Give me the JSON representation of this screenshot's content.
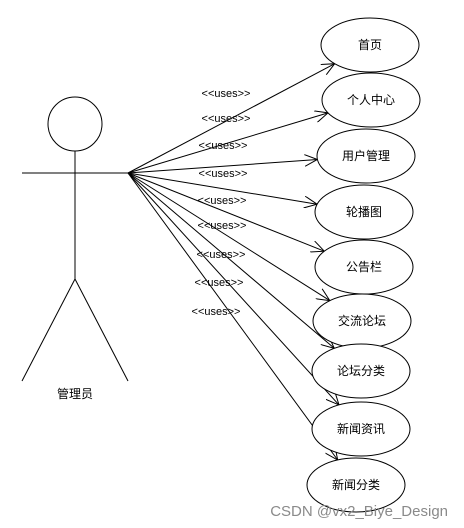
{
  "actor": {
    "name": "管理员"
  },
  "relation_label": "<<uses>>",
  "use_cases": [
    {
      "label": "首页"
    },
    {
      "label": "个人中心"
    },
    {
      "label": "用户管理"
    },
    {
      "label": "轮播图"
    },
    {
      "label": "公告栏"
    },
    {
      "label": "交流论坛"
    },
    {
      "label": "论坛分类"
    },
    {
      "label": "新闻资讯"
    },
    {
      "label": "新闻分类"
    }
  ],
  "watermark": "CSDN @vx2_Biye_Design",
  "colors": {
    "stroke": "#000000",
    "background": "#ffffff",
    "watermark": "#8a8a8a"
  }
}
